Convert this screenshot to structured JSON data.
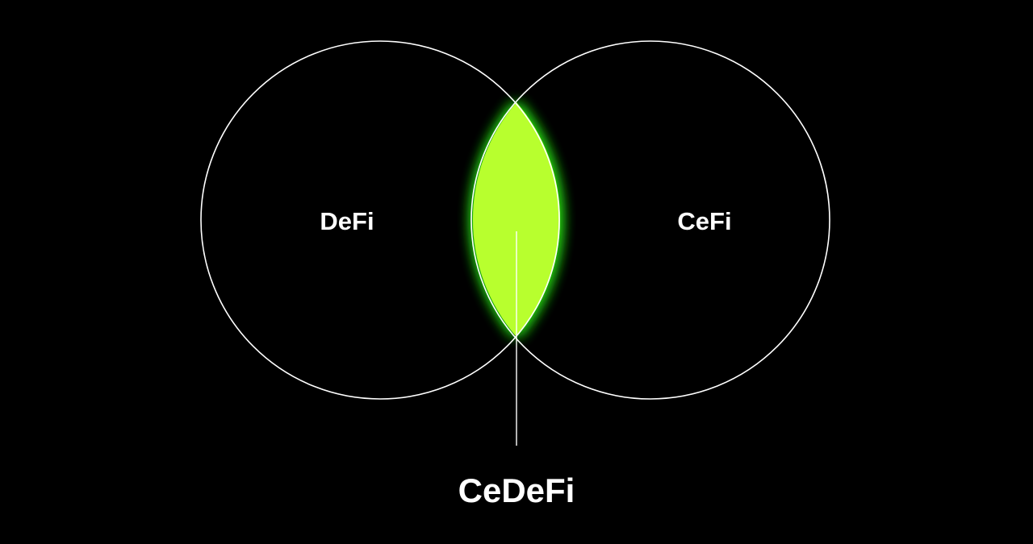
{
  "diagram": {
    "left_circle": {
      "label": "DeFi"
    },
    "right_circle": {
      "label": "CeFi"
    },
    "intersection": {
      "label": "CeDeFi"
    }
  },
  "colors": {
    "background": "#000000",
    "circle_stroke": "#ffffff",
    "text": "#ffffff",
    "intersection_fill": "#b8ff2e",
    "intersection_glow": "#2dff1a",
    "pointer_line": "#ffffff"
  }
}
